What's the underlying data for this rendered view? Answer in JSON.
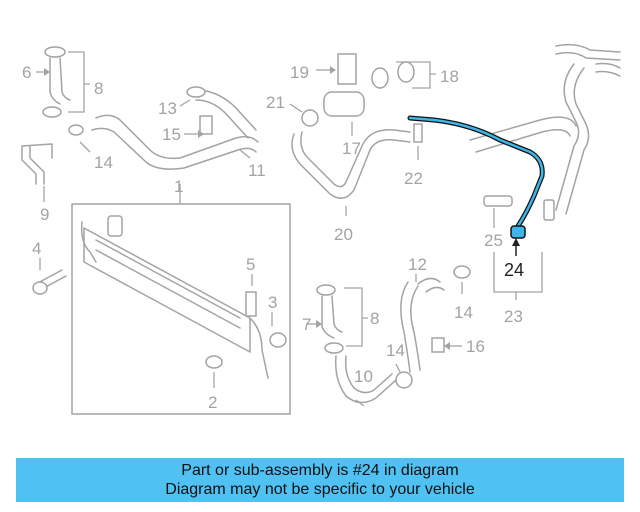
{
  "diagram": {
    "highlight_color": "#3db5e8",
    "callouts": {
      "c1": "1",
      "c2": "2",
      "c3": "3",
      "c4": "4",
      "c5": "5",
      "c6": "6",
      "c7": "7",
      "c8a": "8",
      "c8b": "8",
      "c9": "9",
      "c10": "10",
      "c11": "11",
      "c12": "12",
      "c13": "13",
      "c14a": "14",
      "c14b": "14",
      "c14c": "14",
      "c15": "15",
      "c16": "16",
      "c17": "17",
      "c18": "18",
      "c19": "19",
      "c20": "20",
      "c21": "21",
      "c22": "22",
      "c23": "23",
      "c24": "24",
      "c25": "25"
    }
  },
  "banner": {
    "line1": "Part or sub-assembly is #24 in diagram",
    "line2": "Diagram may not be specific to your vehicle",
    "color": "#4fc1f2"
  }
}
